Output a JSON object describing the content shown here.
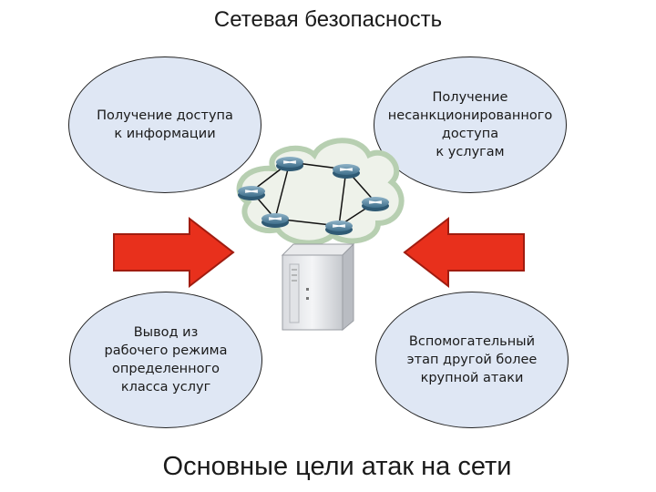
{
  "title": "Сетевая безопасность",
  "goals": [
    "Получение доступа\nк информации",
    "Получение\nнесанкционированного\nдоступа\nк услугам",
    "Вывод из\nрабочего режима\nопределенного\nкласса услуг",
    "Вспомогательный\nэтап другой более\nкрупной атаки"
  ],
  "subtitle": "Основные цели атак на сети",
  "icons": [
    "network-cloud-icon",
    "router-icon",
    "server-icon",
    "arrow-right-icon",
    "arrow-left-icon"
  ],
  "colors": {
    "ellipse_fill": "#dfe7f4",
    "arrow_fill": "#e8301c",
    "arrow_border": "#a01c10"
  }
}
